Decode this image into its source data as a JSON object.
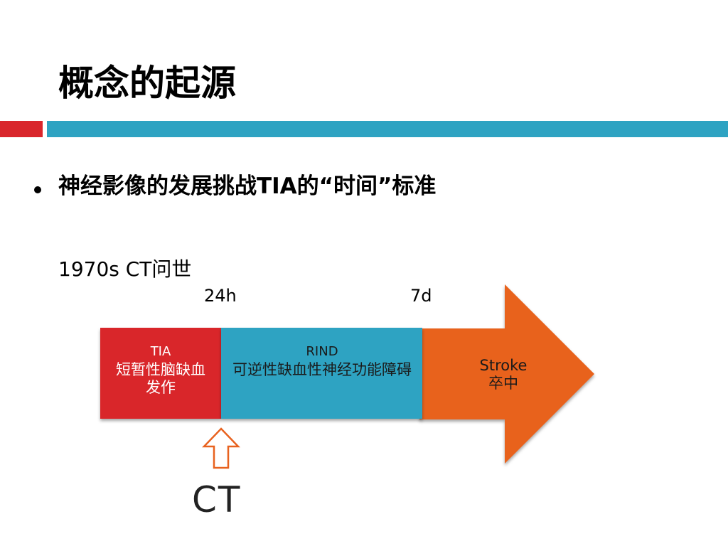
{
  "slide": {
    "title": "概念的起源",
    "bullet": "神经影像的发展挑战TIA的“时间”标准",
    "year_line": "1970s CT问世"
  },
  "timeline": {
    "marker_24h": "24h",
    "marker_7d": "7d",
    "segments": [
      {
        "title": "TIA",
        "subtitle": "短暂性脑缺血发作",
        "color": "#d9262c"
      },
      {
        "title": "RIND",
        "subtitle": "可逆性缺血性神经功能障碍",
        "color": "#2ea3c2"
      },
      {
        "title": "Stroke",
        "subtitle": "卒中",
        "color": "#e8621f"
      }
    ],
    "ct_label": "CT"
  },
  "colors": {
    "accent_red": "#d9262c",
    "accent_blue": "#2ea3c2",
    "arrow_orange": "#e8621f"
  },
  "icons": {
    "up_arrow": "up-arrow-icon"
  }
}
